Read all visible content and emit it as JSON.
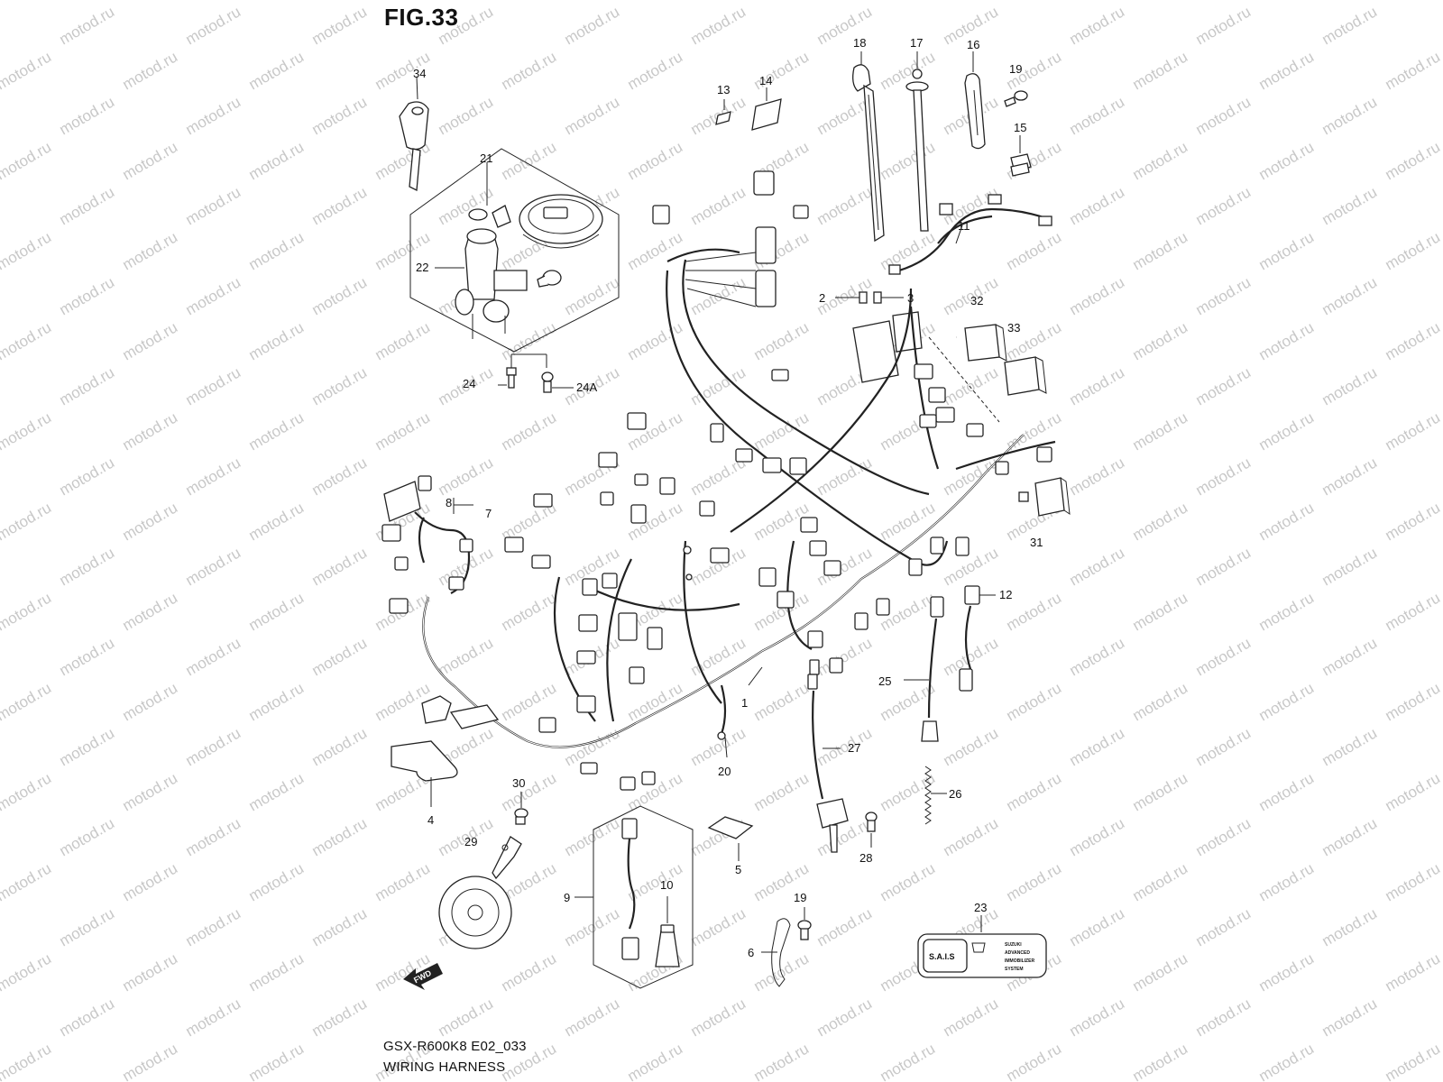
{
  "figure_title": "FIG.33",
  "model_code": "GSX-R600K8 E02_033",
  "diagram_title": "WIRING HARNESS",
  "watermark_text": "motod.ru",
  "decal_text": {
    "sais": "S.A.I.S",
    "line1": "SUZUKI",
    "line2": "ADVANCED",
    "line3": "IMMOBILIZER",
    "line4": "SYSTEM"
  },
  "fwd_label": "FWD",
  "part_labels": [
    "1",
    "2",
    "3",
    "4",
    "5",
    "6",
    "7",
    "8",
    "9",
    "10",
    "11",
    "12",
    "13",
    "14",
    "15",
    "16",
    "17",
    "18",
    "19",
    "19",
    "20",
    "21",
    "22",
    "23",
    "24",
    "24A",
    "25",
    "26",
    "27",
    "28",
    "29",
    "30",
    "31",
    "32",
    "33",
    "34"
  ],
  "colors": {
    "line": "#222222",
    "watermark": "#c8c8c8",
    "background": "#ffffff"
  }
}
